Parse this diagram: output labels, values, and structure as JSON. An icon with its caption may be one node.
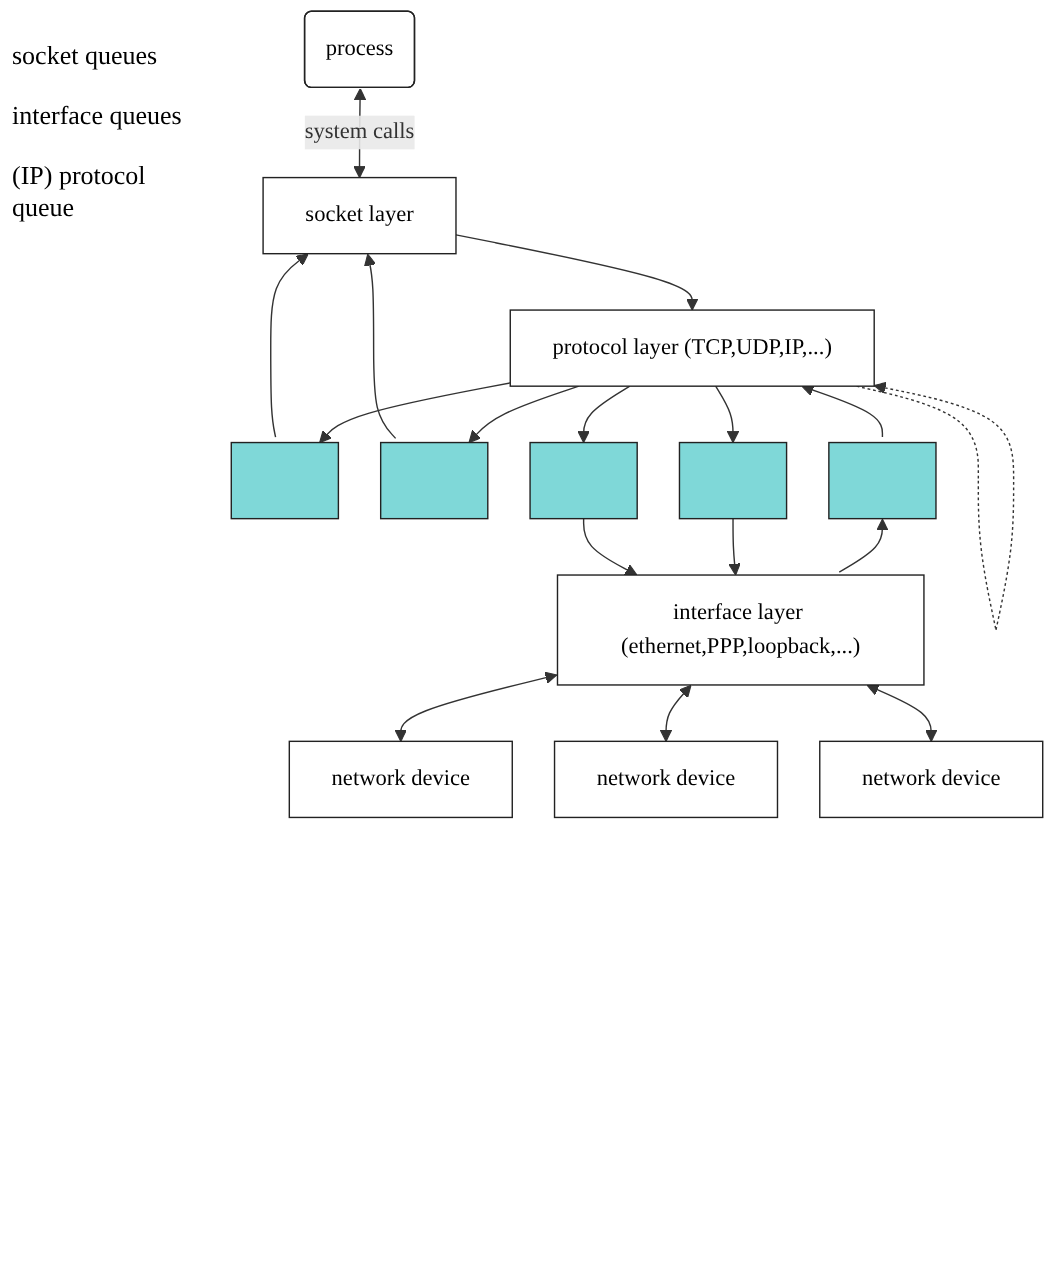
{
  "diagram": {
    "nodes": [
      {
        "text": [
          "process"
        ]
      },
      {
        "text": [
          "socket layer"
        ]
      },
      {
        "text": [],
        "shape": "box"
      },
      {
        "text": [],
        "shape": "box"
      },
      {
        "text": [
          "protocol layer (TCP,UDP,IP,...)"
        ]
      },
      {
        "text": [],
        "shape": "box"
      },
      {
        "text": [],
        "shape": "box"
      },
      {
        "text": [],
        "shape": "box"
      },
      {
        "text": [
          "interface layer (ethernet,PPP,loopback,...)"
        ]
      },
      {
        "text": [
          "network device"
        ]
      },
      {
        "text": [
          "network device"
        ]
      },
      {
        "text": [
          "network device"
        ]
      }
    ],
    "edges": [
      {
        "from": 0,
        "to": 1,
        "arrow": "both",
        "label": "system calls"
      },
      {
        "from": 1,
        "to": 4,
        "arrow": "to"
      },
      {
        "from": 2,
        "to": 1,
        "arrow": "to"
      },
      {
        "from": 3,
        "to": 1,
        "arrow": "to"
      },
      {
        "from": 4,
        "to": 2,
        "arrow": "to"
      },
      {
        "from": 4,
        "to": 3,
        "arrow": "to"
      },
      {
        "from": 4,
        "to": 4,
        "arrow": "to",
        "style": "dashed"
      },
      {
        "from": 4,
        "to": 5,
        "arrow": "to"
      },
      {
        "from": 4,
        "to": 6,
        "arrow": "to"
      },
      {
        "from": 5,
        "to": 8,
        "arrow": "to"
      },
      {
        "from": 6,
        "to": 8,
        "arrow": "to"
      },
      {
        "from": 8,
        "to": 7,
        "arrow": "to"
      },
      {
        "from": 7,
        "to": 4,
        "arrow": "to"
      },
      {
        "from": 8,
        "to": 9,
        "arrow": "both"
      },
      {
        "from": 8,
        "to": 10,
        "arrow": "both"
      },
      {
        "from": 8,
        "to": 11,
        "arrow": "both"
      }
    ],
    "labels": [
      "socket queues",
      "interface queues",
      "(IP) protocol queue"
    ]
  }
}
